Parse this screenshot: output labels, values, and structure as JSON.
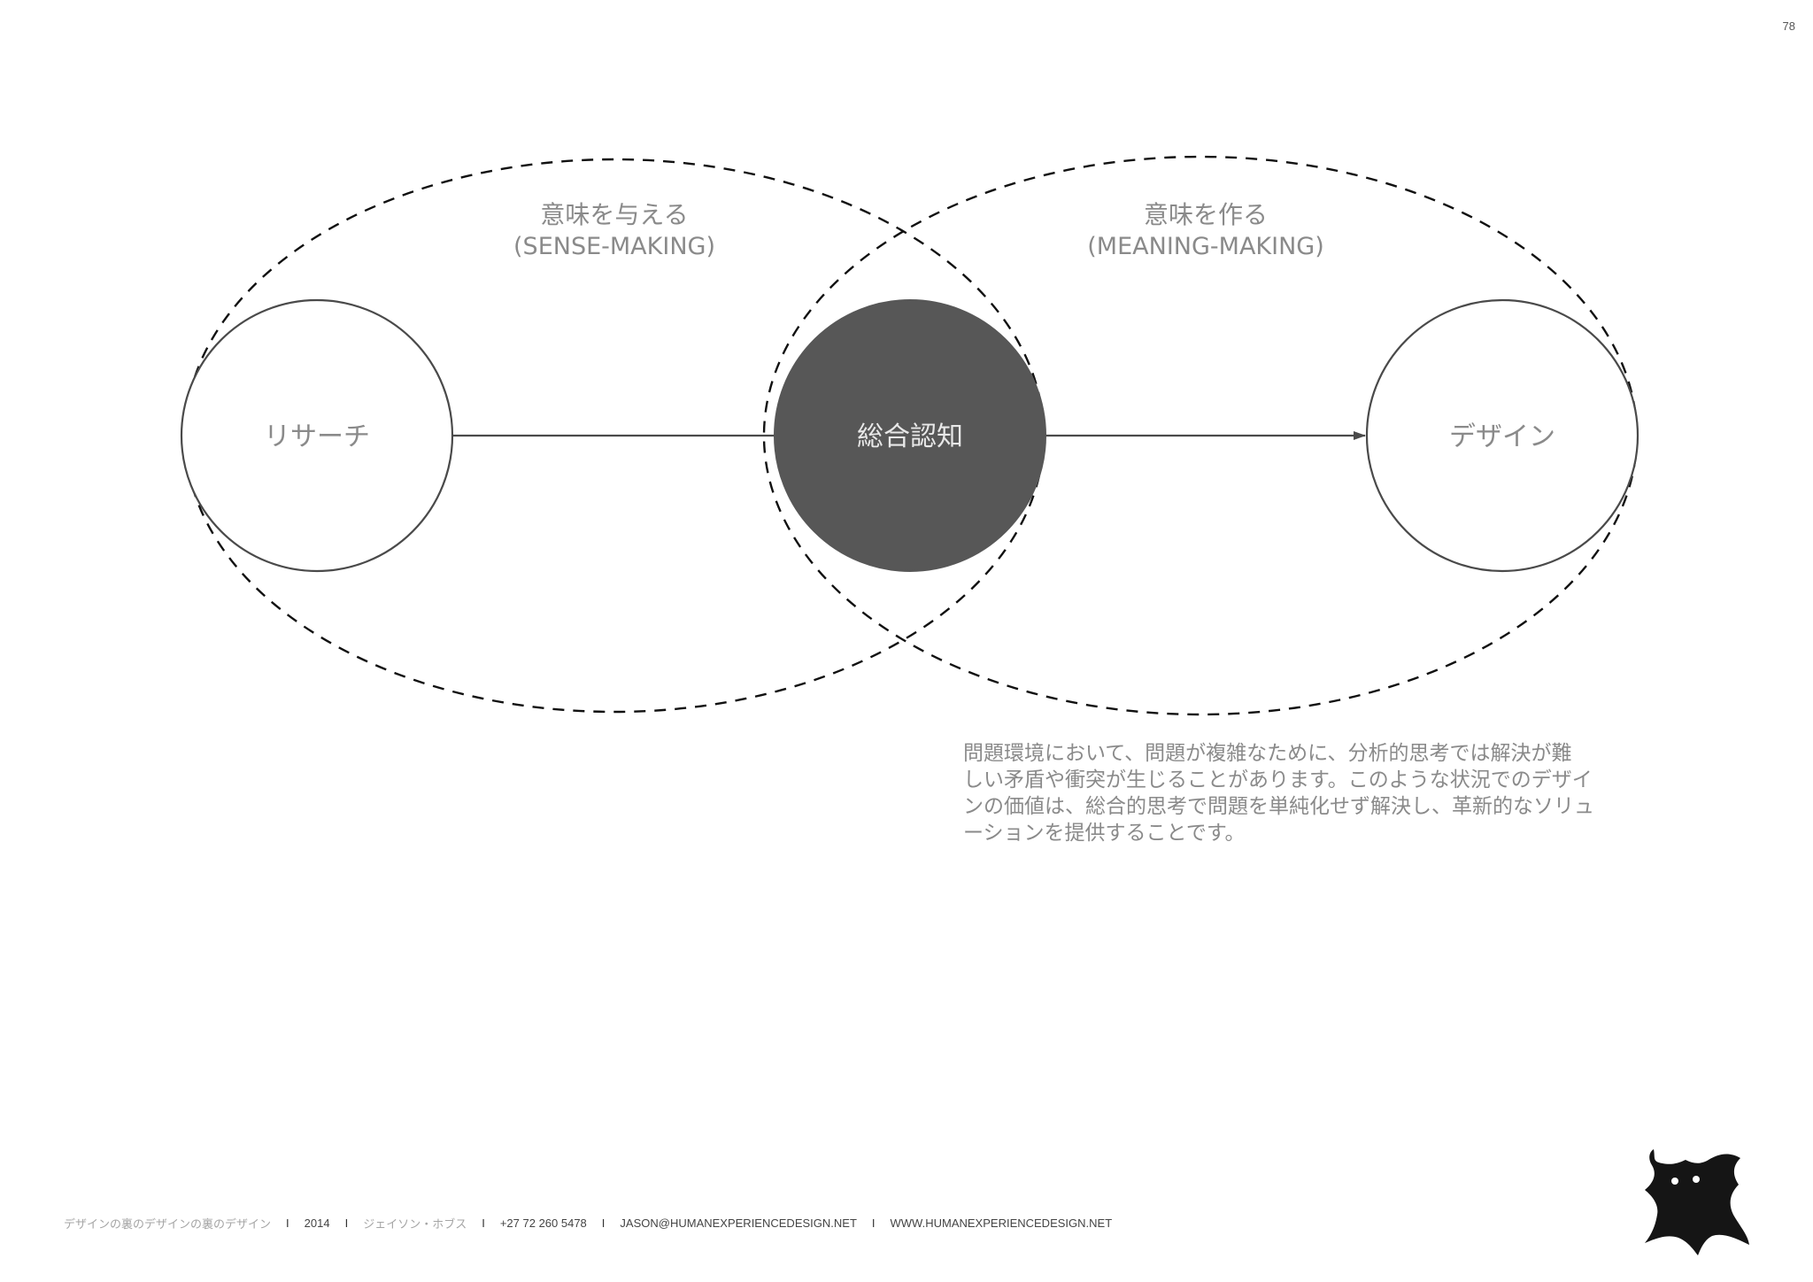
{
  "page_number": "78",
  "diagram": {
    "left_group": {
      "title_jp": "意味を与える",
      "title_en": "(SENSE-MAKING)"
    },
    "right_group": {
      "title_jp": "意味を作る",
      "title_en": "(MEANING-MAKING)"
    },
    "nodes": {
      "research": "リサーチ",
      "synthesis": "総合認知",
      "design": "デザイン"
    }
  },
  "description_lines": [
    "問題環境において、問題が複雑なために、分析的思考では解決が難",
    "しい矛盾や衝突が生じることがあります。このような状況でのデザイ",
    "ンの価値は、総合的思考で問題を単純化せず解決し、革新的なソリュ",
    "ーションを提供することです。"
  ],
  "footer": {
    "title": "デザインの裏のデザインの裏のデザイン",
    "year": "2014",
    "author": "ジェイソン・ホブス",
    "phone": "+27 72 260 5478",
    "email": "JASON@HUMANEXPERIENCEDESIGN.NET",
    "website": "WWW.HUMANEXPERIENCEDESIGN.NET",
    "separator": "I"
  },
  "colors": {
    "node_fill_dark": "#575757",
    "stroke": "#4a4a4a",
    "text_gray": "#8a8a8a"
  },
  "icons": {
    "logo": "bat-cat-logo-icon"
  }
}
